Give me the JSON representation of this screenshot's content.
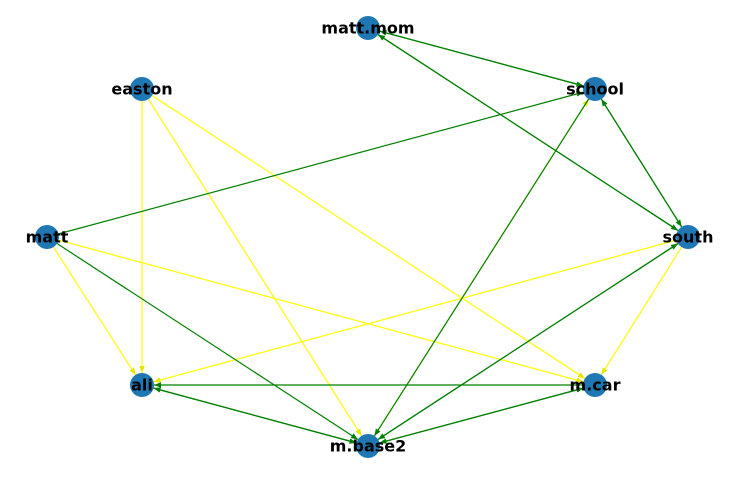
{
  "graph": {
    "node_color": "#1f77b4",
    "edge_colors": {
      "green": "#008000",
      "yellow": "#ffff00"
    },
    "nodes": [
      {
        "id": "matt.mom",
        "label": "matt.mom"
      },
      {
        "id": "easton",
        "label": "easton"
      },
      {
        "id": "school",
        "label": "school"
      },
      {
        "id": "matt",
        "label": "matt"
      },
      {
        "id": "south",
        "label": "south"
      },
      {
        "id": "ali",
        "label": "ali"
      },
      {
        "id": "m.car",
        "label": "m.car"
      },
      {
        "id": "m.base2",
        "label": "m.base2"
      }
    ],
    "edges": [
      {
        "from": "easton",
        "to": "ali",
        "color": "yellow"
      },
      {
        "from": "easton",
        "to": "m.base2",
        "color": "yellow"
      },
      {
        "from": "easton",
        "to": "m.car",
        "color": "yellow"
      },
      {
        "from": "matt",
        "to": "ali",
        "color": "yellow"
      },
      {
        "from": "matt",
        "to": "m.car",
        "color": "yellow"
      },
      {
        "from": "south",
        "to": "ali",
        "color": "yellow"
      },
      {
        "from": "south",
        "to": "m.car",
        "color": "yellow"
      },
      {
        "from": "m.base2",
        "to": "school",
        "color": "yellow"
      },
      {
        "from": "matt",
        "to": "school",
        "color": "green"
      },
      {
        "from": "matt",
        "to": "m.base2",
        "color": "green"
      },
      {
        "from": "school",
        "to": "matt.mom",
        "color": "green"
      },
      {
        "from": "matt.mom",
        "to": "school",
        "color": "green"
      },
      {
        "from": "south",
        "to": "matt.mom",
        "color": "green"
      },
      {
        "from": "matt.mom",
        "to": "south",
        "color": "green"
      },
      {
        "from": "school",
        "to": "south",
        "color": "green"
      },
      {
        "from": "south",
        "to": "school",
        "color": "green"
      },
      {
        "from": "m.base2",
        "to": "south",
        "color": "green"
      },
      {
        "from": "south",
        "to": "m.base2",
        "color": "green"
      },
      {
        "from": "school",
        "to": "m.base2",
        "color": "green"
      },
      {
        "from": "m.car",
        "to": "ali",
        "color": "green"
      },
      {
        "from": "ali",
        "to": "m.base2",
        "color": "green"
      },
      {
        "from": "m.base2",
        "to": "ali",
        "color": "green"
      },
      {
        "from": "m.base2",
        "to": "m.car",
        "color": "green"
      },
      {
        "from": "m.car",
        "to": "m.base2",
        "color": "green"
      }
    ]
  }
}
